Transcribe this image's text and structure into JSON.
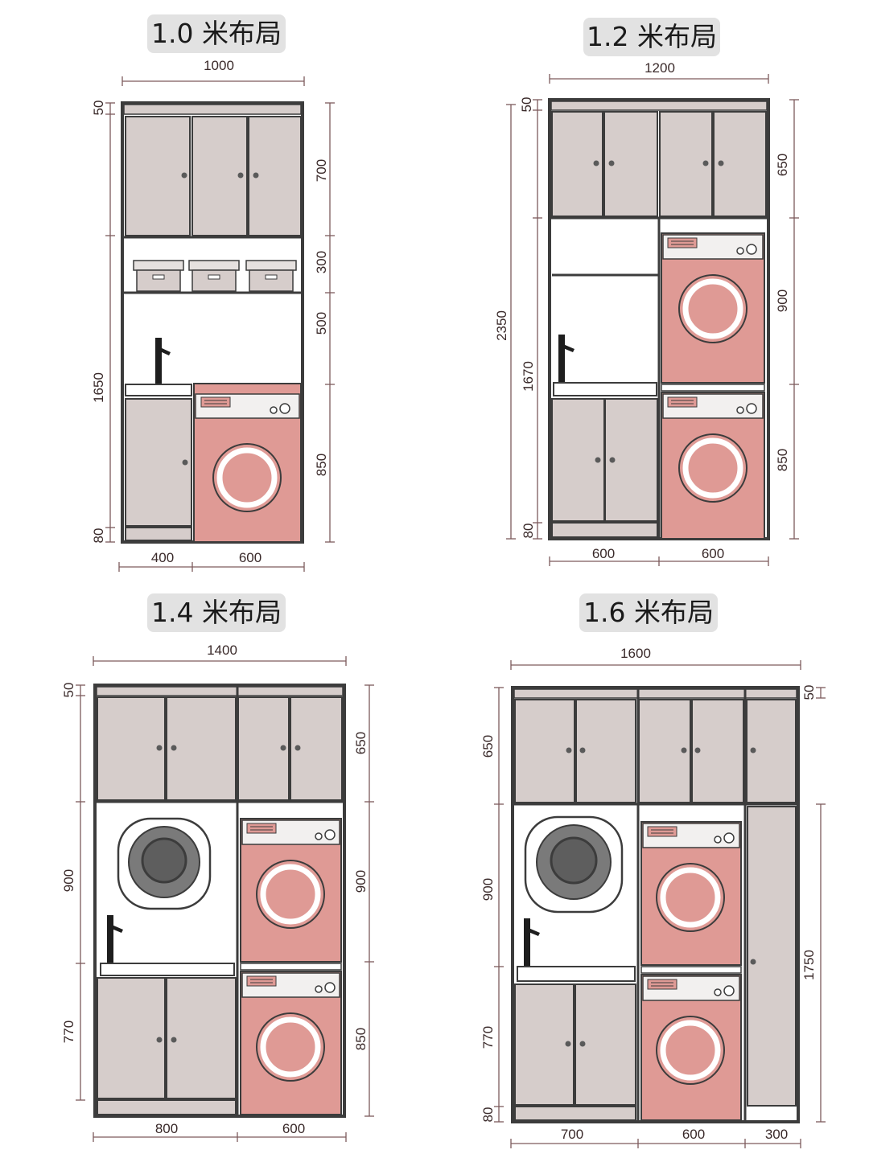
{
  "layouts": [
    {
      "title": "1.0 米布局",
      "total_width": "1000",
      "widths": [
        "400",
        "600"
      ],
      "right_dims": [
        "700",
        "300",
        "500",
        "850"
      ],
      "left_dims": [
        "50",
        "1650",
        "80"
      ]
    },
    {
      "title": "1.2 米布局",
      "total_width": "1200",
      "widths": [
        "600",
        "600"
      ],
      "right_dims": [
        "650",
        "900",
        "850"
      ],
      "left_dims": [
        "50",
        "2350",
        "1670",
        "80"
      ]
    },
    {
      "title": "1.4 米布局",
      "total_width": "1400",
      "widths": [
        "800",
        "600"
      ],
      "right_dims": [
        "650",
        "900",
        "850"
      ],
      "left_dims": [
        "50",
        "900",
        "770"
      ]
    },
    {
      "title": "1.6 米布局",
      "total_width": "1600",
      "widths": [
        "700",
        "600",
        "300"
      ],
      "right_dims": [
        "50",
        "1750"
      ],
      "left_dims": [
        "650",
        "900",
        "770",
        "80"
      ]
    }
  ],
  "colors": {
    "frame": "#3c3c3c",
    "door": "#d6cdcb",
    "washer": "#df9a95",
    "washer_panel": "#f2f0ef",
    "dim_line": "#7d5a5c",
    "dryer": "#7a7a7a",
    "faucet": "#1e1e1e"
  }
}
